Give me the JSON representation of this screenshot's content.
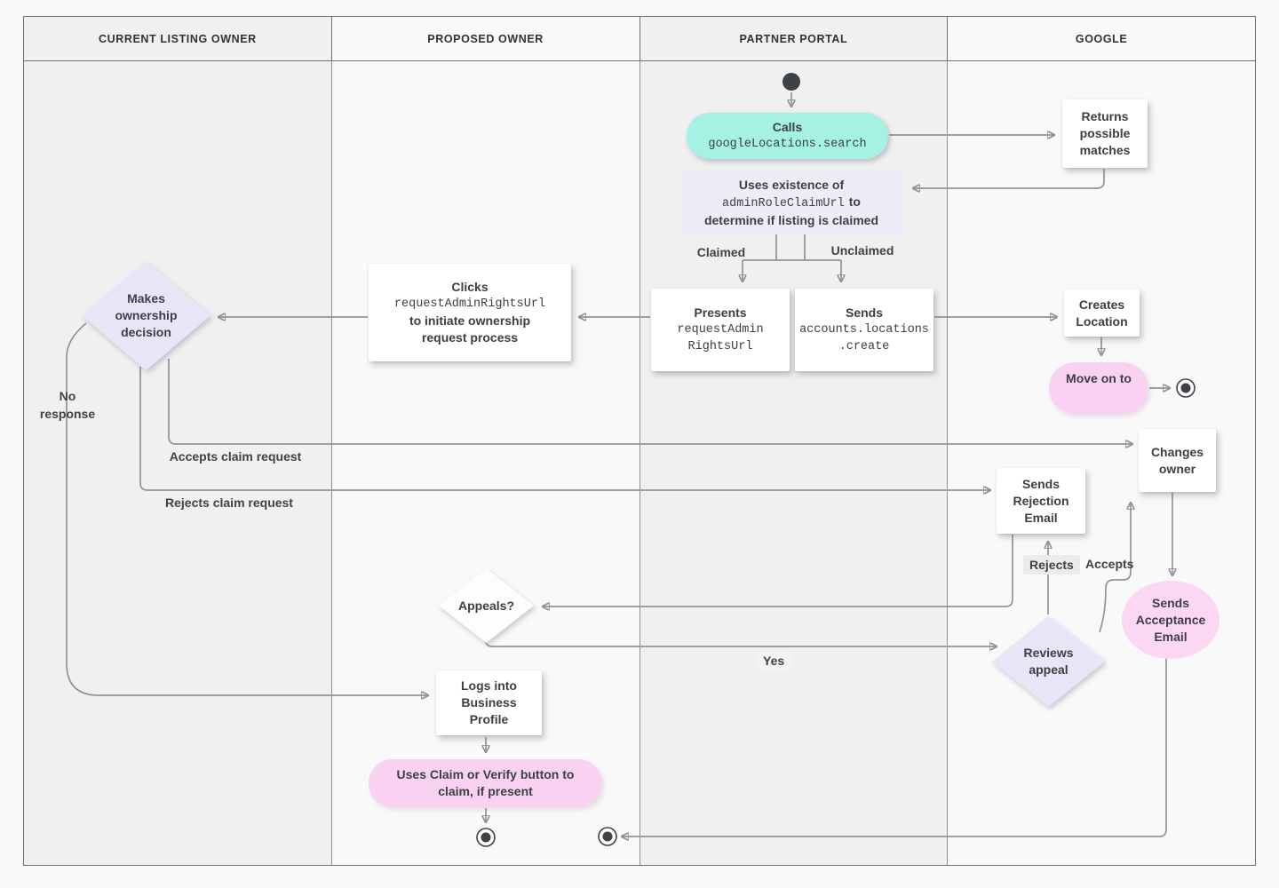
{
  "lanes": [
    {
      "label": "CURRENT LISTING OWNER"
    },
    {
      "label": "PROPOSED OWNER"
    },
    {
      "label": "PARTNER PORTAL"
    },
    {
      "label": "GOOGLE"
    }
  ],
  "nodes": {
    "calls_label": "Calls",
    "calls_code": "googleLocations.search",
    "returns_matches": "Returns\npossible\nmatches",
    "uses_line1": "Uses existence of",
    "uses_code": "adminRoleClaimUrl",
    "uses_line2_suffix": "to",
    "uses_line3": "determine if listing is claimed",
    "presents_label": "Presents",
    "presents_code": "requestAdmin\nRightsUrl",
    "sends_create_label": "Sends",
    "sends_create_code": "accounts.locations\n.create",
    "clicks_label": "Clicks",
    "clicks_code": "requestAdminRightsUrl",
    "clicks_rest": "to initiate ownership\nrequest process",
    "makes_decision": "Makes\nownership\ndecision",
    "creates_location": "Creates\nLocation",
    "move_on": "Move on to",
    "changes_owner": "Changes\nowner",
    "sends_rejection": "Sends\nRejection\nEmail",
    "reviews_appeal": "Reviews\nappeal",
    "sends_acceptance": "Sends\nAcceptance\nEmail",
    "appeals": "Appeals?",
    "logs_into": "Logs into\nBusiness\nProfile",
    "uses_claim": "Uses Claim or Verify button to\nclaim, if present"
  },
  "edge_labels": {
    "claimed": "Claimed",
    "unclaimed": "Unclaimed",
    "no_response": "No\nresponse",
    "accepts_claim": "Accepts claim request",
    "rejects_claim": "Rejects claim request",
    "rejects": "Rejects",
    "accepts": "Accepts",
    "yes": "Yes"
  },
  "colors": {
    "teal_pill": "#a5f2e4",
    "lavender_box": "#efecf9",
    "lavender_diamond": "#e9e4f6",
    "pink_pill": "#f9d2f1",
    "pink_ellipse": "#fbd7f4",
    "connector": "#909498",
    "text": "#3c4043",
    "lane_dark": "#f0f0f1",
    "lane_light": "#f9f9fa"
  }
}
